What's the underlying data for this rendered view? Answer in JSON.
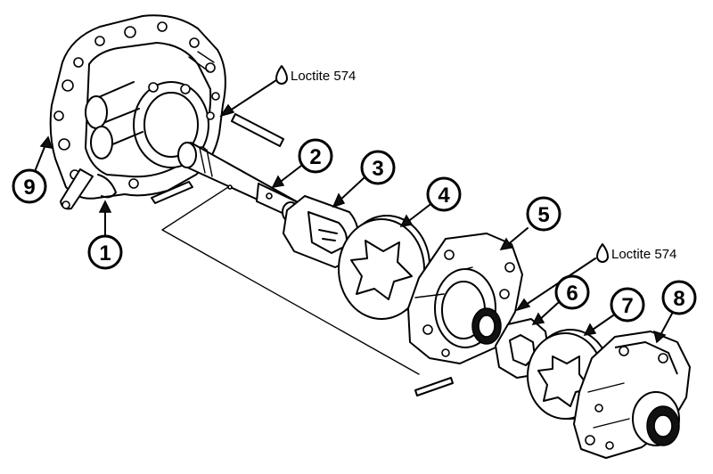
{
  "callouts": [
    {
      "id": "1",
      "label": "1"
    },
    {
      "id": "2",
      "label": "2"
    },
    {
      "id": "3",
      "label": "3"
    },
    {
      "id": "4",
      "label": "4"
    },
    {
      "id": "5",
      "label": "5"
    },
    {
      "id": "6",
      "label": "6"
    },
    {
      "id": "7",
      "label": "7"
    },
    {
      "id": "8",
      "label": "8"
    },
    {
      "id": "9",
      "label": "9"
    }
  ],
  "notes": {
    "loctite_upper": "Loctite 574",
    "loctite_lower": "Loctite 574"
  },
  "icons": {
    "sealant_drop": "drop-icon"
  }
}
